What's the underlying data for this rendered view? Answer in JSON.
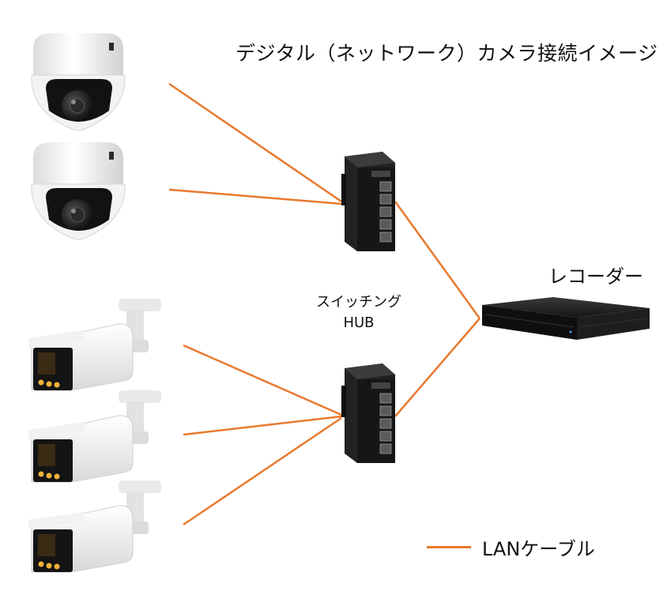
{
  "title": "デジタル（ネットワーク）カメラ接続イメージ",
  "recorder": {
    "label": "レコーダー"
  },
  "hub": {
    "line1": "スイッチング",
    "line2": "HUB"
  },
  "legend": {
    "text": "LANケーブル"
  },
  "colors": {
    "cable": "#E8792E"
  },
  "devices": {
    "dome_cameras": [
      "dome-camera-1",
      "dome-camera-2"
    ],
    "bullet_cameras": [
      "bullet-camera-1",
      "bullet-camera-2",
      "bullet-camera-3"
    ],
    "switches": [
      "switching-hub-1",
      "switching-hub-2"
    ]
  }
}
